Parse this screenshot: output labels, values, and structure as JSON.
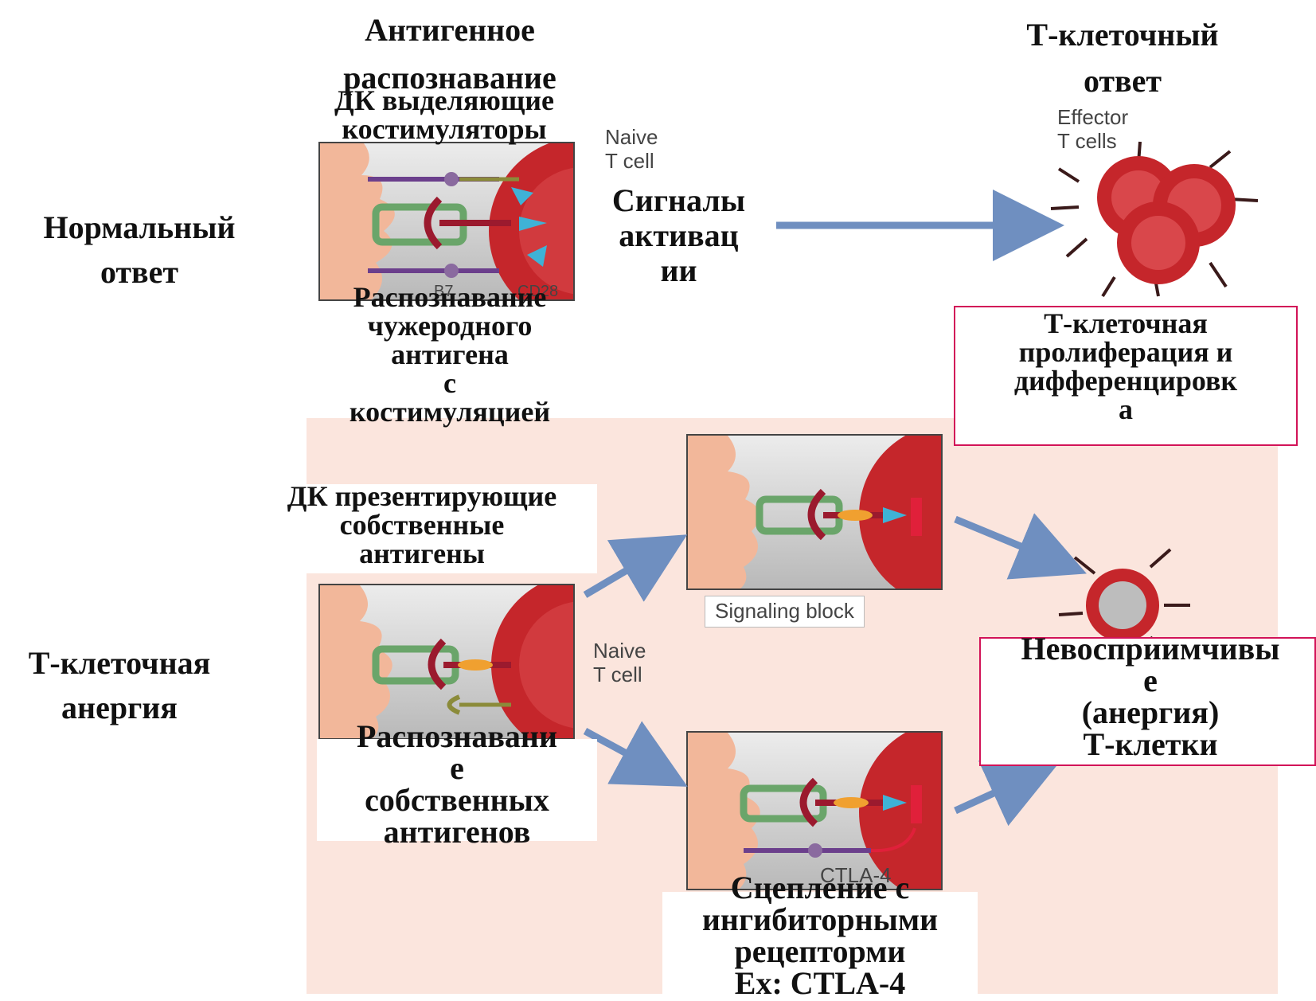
{
  "titles": {
    "antigen_recognition": "Антигенное\nраспознавание",
    "t_cell_response": "Т-клеточный\nответ"
  },
  "rows": {
    "normal": "Нормальный\nответ",
    "anergy": "Т-клеточная\nанергия"
  },
  "labels": {
    "dc_costim": "ДК выделяющие\nкостимуляторы",
    "signals": "Сигналы\nактивац\nии",
    "foreign_recognition": "Распознавание\nчужеродного\nантигена\nс\nкостимуляцией",
    "proliferation": "Т-клеточная\nпролиферация и\nдифференцировк\nа",
    "dc_self": "ДК презентирующие\nсобственные\nантигены",
    "self_recognition": "Распознавани\nе\nсобственных\nантигенов",
    "unresponsive": "Невосприимчивы\nе\n(анергия)\nТ-клетки",
    "inhibitory": "Сцепление с\nингибиторными\nрецепторми\nEx: CTLA-4"
  },
  "figure_text": {
    "naive_t_cell": "Naive\nT cell",
    "naive_t_cell_2": "Naive\nT cell",
    "effector_t_cells": "Effector\nT cells",
    "signaling_block": "Signaling block",
    "ctla4": "CTLA-4",
    "b7": "B7",
    "cd28": "CD28"
  },
  "colors": {
    "arrow": "#6f8fc0",
    "tcell": "#c5262b",
    "dc": "#f2b79a",
    "receptor_green": "#6aa56a",
    "receptor_red": "#9b1a2e",
    "costim_purple": "#6b3f8c",
    "signal_cyan": "#3fb2d6",
    "box_border": "#d21358",
    "anergy_bg": "#fbe5dd"
  }
}
